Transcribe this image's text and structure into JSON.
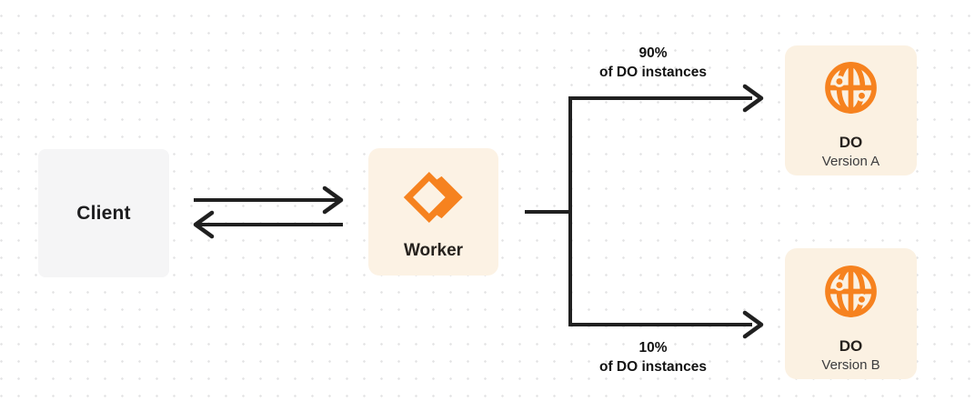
{
  "nodes": {
    "client": {
      "label": "Client"
    },
    "worker": {
      "label": "Worker",
      "icon": "workers-logo-icon"
    },
    "do_version_a": {
      "title": "DO",
      "subtitle": "Version A",
      "icon": "globe-icon"
    },
    "do_version_b": {
      "title": "DO",
      "subtitle": "Version B",
      "icon": "globe-icon"
    }
  },
  "edges": {
    "client_worker": {
      "type": "bidirectional-arrows"
    },
    "top_branch": {
      "percent": "90%",
      "caption": "of DO instances",
      "target": "DO Version A"
    },
    "bottom_branch": {
      "percent": "10%",
      "caption": "of DO instances",
      "target": "DO Version B"
    }
  },
  "colors": {
    "accent_orange": "#f6821f",
    "cream_panel": "#fbf1e2",
    "gray_panel": "#f5f5f6",
    "connector_line": "#202020",
    "dot_grid": "#e3e3e4",
    "background": "#ffffff"
  }
}
